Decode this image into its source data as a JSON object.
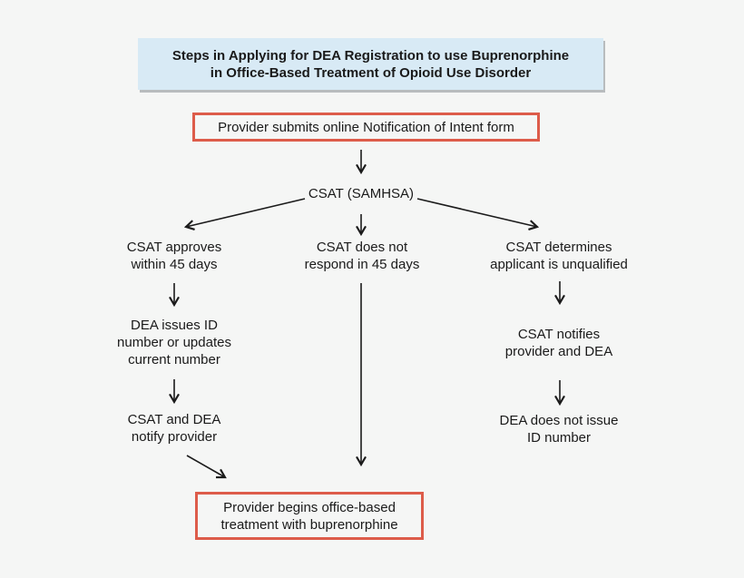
{
  "colors": {
    "page_background": "#f5f6f5",
    "title_box_background": "#d8eaf5",
    "highlight_border": "#dd5c4a",
    "text": "#1a1a1a",
    "arrow": "#1b1b1b"
  },
  "flowchart": {
    "title": "Steps in Applying for DEA Registration to use Buprenorphine\nin Office-Based Treatment of Opioid Use Disorder",
    "nodes": {
      "start": "Provider submits online Notification of Intent form",
      "csat": "CSAT (SAMHSA)",
      "branch_approve": "CSAT approves\nwithin 45 days",
      "branch_no_respond": "CSAT does not\nrespond in 45 days",
      "branch_unqualified": "CSAT determines\napplicant is unqualified",
      "dea_issues": "DEA issues ID\nnumber or updates\ncurrent number",
      "csat_dea_notify": "CSAT and DEA\nnotify provider",
      "csat_notifies": "CSAT notifies\nprovider and DEA",
      "dea_no_issue": "DEA does not issue\nID number",
      "end": "Provider begins office-based\ntreatment with buprenorphine"
    }
  }
}
